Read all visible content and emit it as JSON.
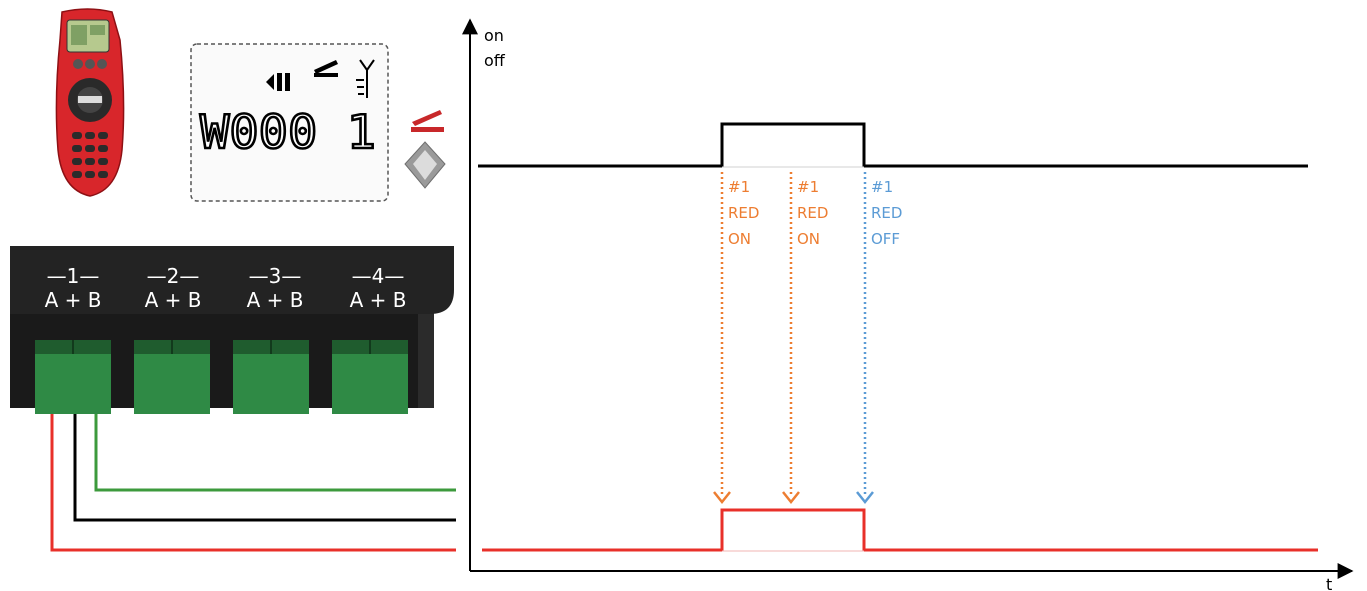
{
  "axis": {
    "y_on_label": "on",
    "y_off_label": "off",
    "x_label": "t"
  },
  "display": {
    "address_text": "W000 1"
  },
  "decoder": {
    "outputs": [
      {
        "number": "1",
        "terminals": "A + B"
      },
      {
        "number": "2",
        "terminals": "A + B"
      },
      {
        "number": "3",
        "terminals": "A + B"
      },
      {
        "number": "4",
        "terminals": "A + B"
      }
    ]
  },
  "events": [
    {
      "line1": "#1",
      "line2": "RED",
      "line3": "ON",
      "color": "#ed7d31"
    },
    {
      "line1": "#1",
      "line2": "RED",
      "line3": "ON",
      "color": "#ed7d31"
    },
    {
      "line1": "#1",
      "line2": "RED",
      "line3": "OFF",
      "color": "#5b9bd5"
    }
  ],
  "colors": {
    "wire_green": "#3c9a3c",
    "wire_black": "#000000",
    "wire_red": "#e8302a",
    "remote_red": "#d8262b",
    "terminal_green": "#2f8a45",
    "decoder_body": "#1e1e1e"
  }
}
